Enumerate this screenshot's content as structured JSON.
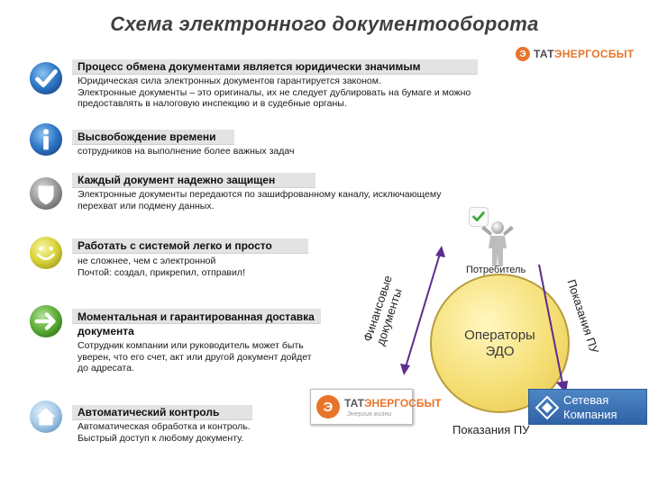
{
  "title": "Схема электронного документооборота",
  "header_logo": {
    "letter": "Э",
    "prefix": "ТАТ",
    "rest": "ЭНЕРГОСБЫТ"
  },
  "benefits": [
    {
      "icon": "checkmark-icon",
      "heading": "Процесс обмена документами является юридически значимым",
      "lines": [
        "Юридическая сила электронных документов гарантируется законом.",
        "Электронные документы – это оригиналы, их не следует дублировать на бумаге и можно",
        "предоставлять в налоговую инспекцию и в судебные органы."
      ]
    },
    {
      "icon": "info-icon",
      "heading": "Высвобождение времени",
      "lines": [
        "сотрудников на выполнение более важных задач"
      ]
    },
    {
      "icon": "shield-icon",
      "heading": "Каждый документ надежно защищен",
      "lines": [
        "Электронные документы передаются по зашифрованному каналу, исключающему",
        "перехват или подмену данных."
      ]
    },
    {
      "icon": "smiley-icon",
      "heading": "Работать с системой легко и просто",
      "lines": [
        "не сложнее, чем с электронной",
        "Почтой: создал, прикрепил, отправил!"
      ]
    },
    {
      "icon": "arrow-right-icon",
      "heading_lines": [
        "Моментальная и гарантированная доставка",
        "документа"
      ],
      "lines": [
        "Сотрудник компании или руководитель может быть",
        "уверен, что его счет, акт или другой документ дойдет",
        "до адресата."
      ]
    },
    {
      "icon": "home-icon",
      "heading": "Автоматический контроль",
      "lines": [
        "Автоматическая обработка и контроль.",
        "Быстрый доступ к любому документу."
      ]
    }
  ],
  "diagram": {
    "consumer_label": "Потребитель",
    "operators_lines": [
      "Операторы",
      "ЭДО"
    ],
    "financial_docs_lines": [
      "Финансовые",
      "документы"
    ],
    "meter_readings_arc": "Показания ПУ",
    "meter_readings_bottom": "Показания ПУ",
    "tat_logo": {
      "letter": "Э",
      "prefix": "ТАТ",
      "rest": "ЭНЕРГОСБЫТ",
      "slogan": "Энергия жизни"
    },
    "network_logo_lines": [
      "Сетевая",
      "Компания"
    ],
    "colors": {
      "arrow_financial": "#5b2d8e",
      "arrow_readings": "#5b2d8e",
      "circle_fill": "#f5df76",
      "orange_brand": "#e8742a",
      "network_blue": "#3a6fb0"
    }
  }
}
